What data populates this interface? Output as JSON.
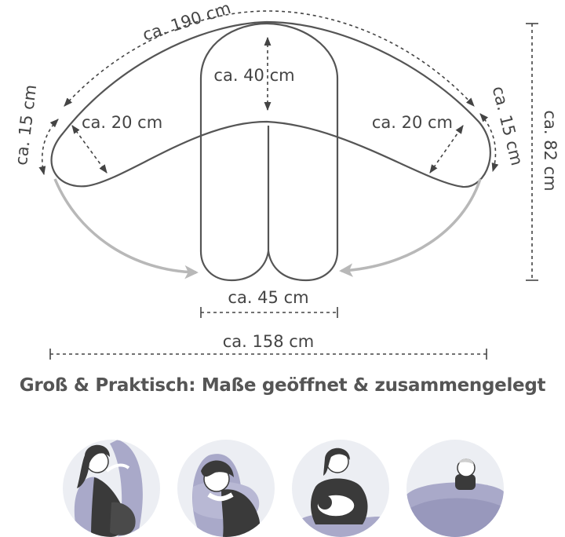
{
  "diagram": {
    "dimensions": {
      "length_outer": "ca. 190 cm",
      "height_top": "ca. 40 cm",
      "width_left_arm": "ca. 20 cm",
      "width_right_arm": "ca. 20 cm",
      "end_left": "ca. 15 cm",
      "end_right": "ca. 15 cm",
      "height_total": "ca. 82 cm",
      "width_folded": "ca. 45 cm",
      "width_total": "ca. 158 cm"
    },
    "caption": "Groß & Praktisch: Maße geöffnet & zusammengelegt"
  },
  "usage_illustrations": [
    {
      "name": "pregnant-side-sleeping"
    },
    {
      "name": "sleeping-with-pillow"
    },
    {
      "name": "breastfeeding"
    },
    {
      "name": "baby-nest"
    }
  ],
  "colors": {
    "outline": "#555555",
    "arrow": "#b8b8b8",
    "pillow_fill": "#a9a9c9",
    "skin": "#ffffff",
    "hair": "#3a3a3a"
  }
}
